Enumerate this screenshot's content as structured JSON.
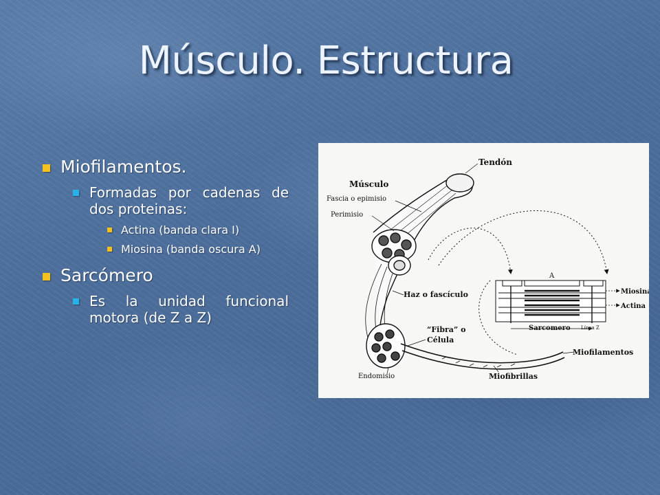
{
  "slide": {
    "title": "Músculo. Estructura",
    "bullets": [
      {
        "text": "Miofilamentos.",
        "children": [
          {
            "text": "Formadas por cadenas de dos proteinas:",
            "children": [
              {
                "text": "Actina (banda clara I)"
              },
              {
                "text": "Miosina (banda oscura A)"
              }
            ]
          }
        ]
      },
      {
        "text": "Sarcómero",
        "children": [
          {
            "text": "Es la unidad funcional motora (de Z a Z)"
          }
        ]
      }
    ]
  },
  "figure": {
    "labels": {
      "tendon": "Tendón",
      "musculo": "Músculo",
      "fascia": "Fascia o epimisio",
      "perimisio": "Perimisio",
      "haz": "Haz o fascículo",
      "fibra_1": "“Fibra” o",
      "fibra_2": "Célula",
      "endomisio": "Endomisio",
      "miofibrillas": "Miofibrillas",
      "miofilamentos": "Miofilamentos",
      "miosina": "Miosina",
      "actina": "Actina",
      "banda_a": "A",
      "sarcomero": "Sarcomero",
      "linea_z": "Línea Z"
    }
  },
  "colors": {
    "bullet_primary": "#f4c21b",
    "bullet_secondary": "#27b3e8",
    "title_text": "#eef4ff"
  }
}
